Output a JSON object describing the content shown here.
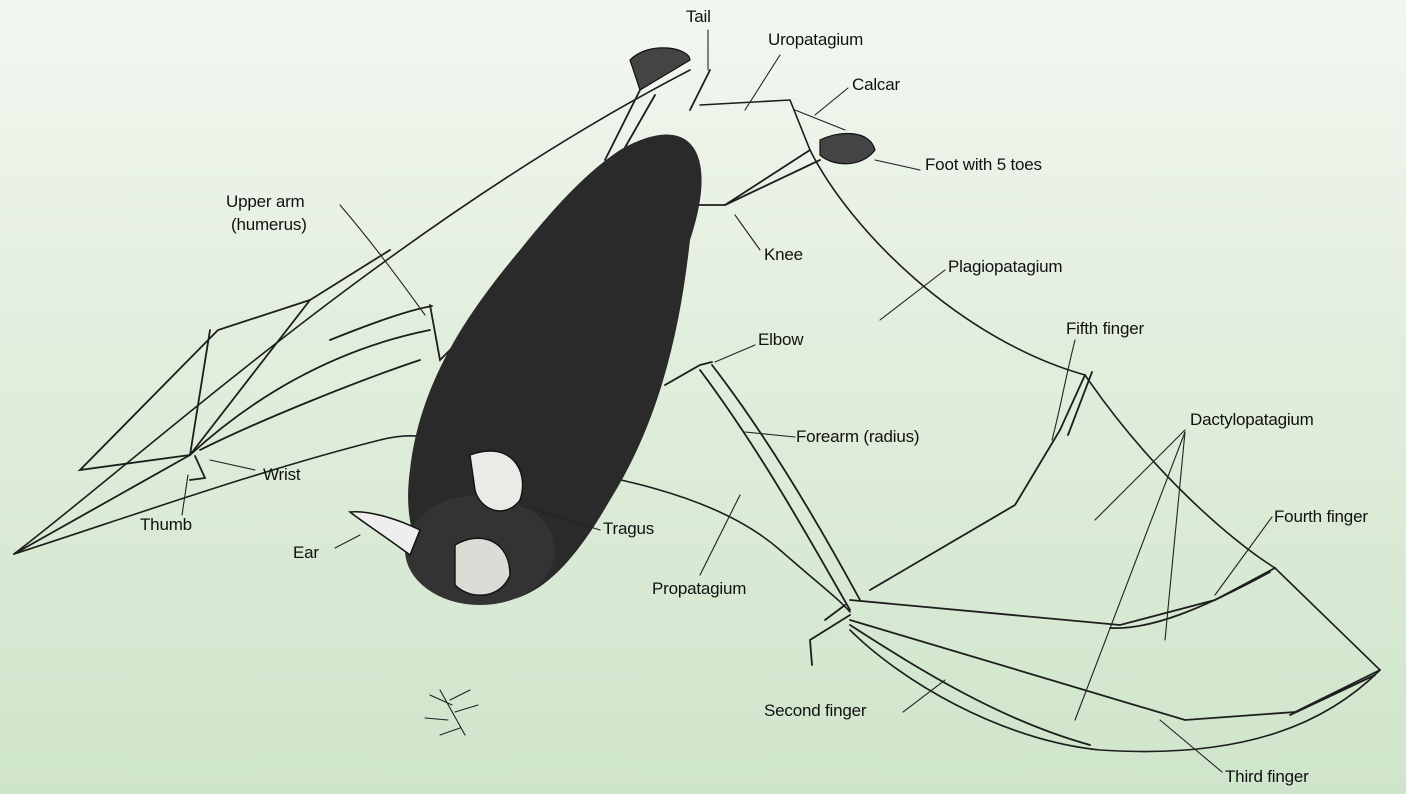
{
  "labels": {
    "tail": "Tail",
    "uropatagium": "Uropatagium",
    "calcar": "Calcar",
    "foot": "Foot with 5 toes",
    "upper_arm_1": "Upper arm",
    "upper_arm_2": "(humerus)",
    "knee": "Knee",
    "plagiopatagium": "Plagiopatagium",
    "fifth_finger": "Fifth finger",
    "elbow": "Elbow",
    "forearm": "Forearm (radius)",
    "dactylopatagium": "Dactylopatagium",
    "wrist": "Wrist",
    "thumb": "Thumb",
    "tragus": "Tragus",
    "ear": "Ear",
    "fourth_finger": "Fourth finger",
    "propatagium": "Propatagium",
    "second_finger": "Second finger",
    "third_finger": "Third finger"
  },
  "colors": {
    "ink": "#111111",
    "background_top": "#f3f7f1",
    "background_bottom": "#cfe5cb"
  }
}
